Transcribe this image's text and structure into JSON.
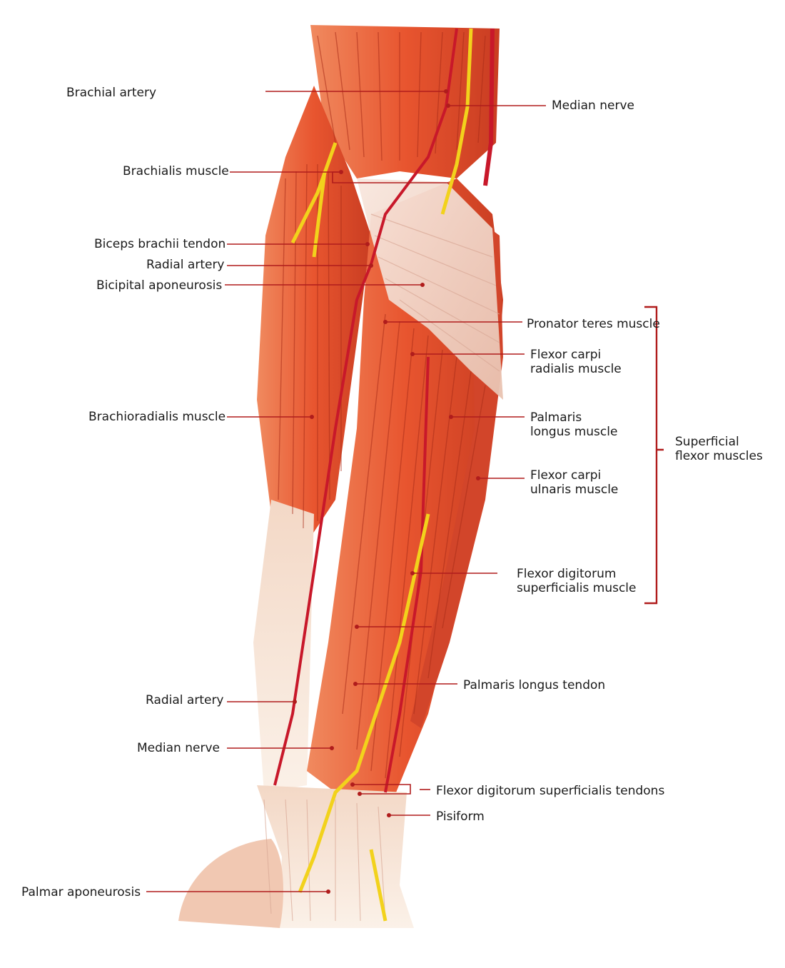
{
  "labels": {
    "brachial_artery": "Brachial artery",
    "brachialis_muscle": "Brachialis muscle",
    "biceps_brachii_tendon": "Biceps brachii tendon",
    "radial_artery_upper": "Radial artery",
    "bicipital_aponeurosis": "Bicipital aponeurosis",
    "brachioradialis_muscle": "Brachioradialis muscle",
    "radial_artery_lower": "Radial artery",
    "median_nerve_lower": "Median nerve",
    "palmar_aponeurosis": "Palmar aponeurosis",
    "median_nerve_upper": "Median nerve",
    "pronator_teres": "Pronator teres muscle",
    "flexor_carpi_radialis": [
      "Flexor carpi",
      "radialis muscle"
    ],
    "palmaris_longus_muscle": [
      "Palmaris",
      "longus muscle"
    ],
    "flexor_carpi_ulnaris": [
      "Flexor carpi",
      "ulnaris muscle"
    ],
    "flexor_digitorum_superficialis": [
      "Flexor digitorum",
      "superficialis muscle"
    ],
    "palmaris_longus_tendon": "Palmaris longus tendon",
    "fds_tendons": "Flexor digitorum superficialis tendons",
    "pisiform": "Pisiform",
    "superficial_flexor_muscles": [
      "Superficial",
      "flexor muscles"
    ]
  },
  "colors": {
    "leader": "#b01c1c",
    "muscle": "#e8552f",
    "muscle_dark": "#b8321c",
    "tendon": "#f6e6d8",
    "nerve": "#f2d21c",
    "artery": "#c8182a"
  }
}
